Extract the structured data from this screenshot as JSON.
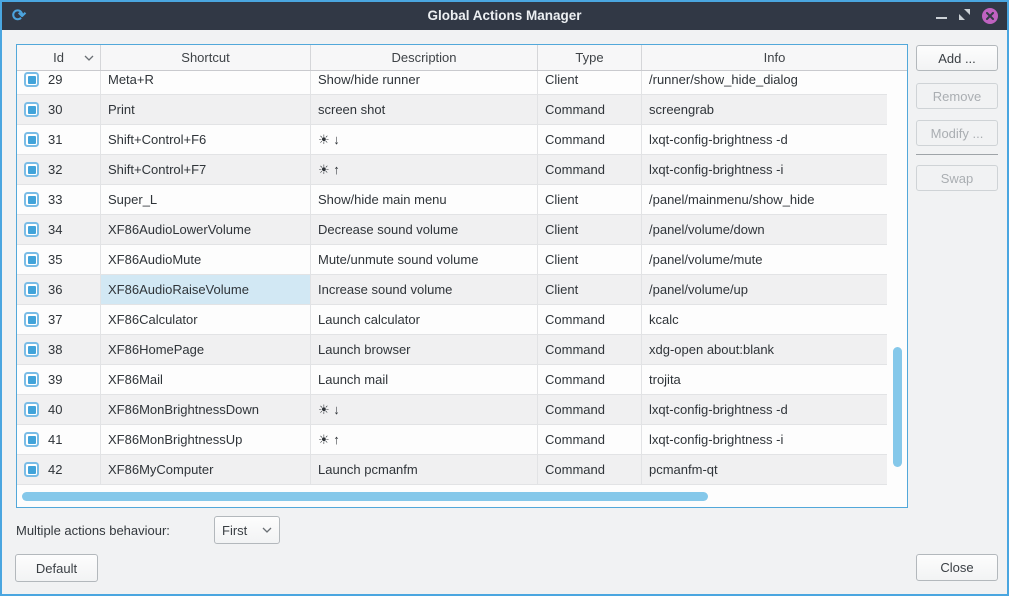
{
  "titlebar": {
    "title": "Global Actions Manager"
  },
  "table": {
    "columns": [
      "Id",
      "Shortcut",
      "Description",
      "Type",
      "Info"
    ],
    "rows": [
      {
        "id": "29",
        "checked": true,
        "shortcut": "Meta+R",
        "description": "Show/hide runner",
        "type": "Client",
        "info": "/runner/show_hide_dialog"
      },
      {
        "id": "30",
        "checked": true,
        "shortcut": "Print",
        "description": "screen shot",
        "type": "Command",
        "info": "screengrab"
      },
      {
        "id": "31",
        "checked": true,
        "shortcut": "Shift+Control+F6",
        "description": "☀ ↓",
        "type": "Command",
        "info": "lxqt-config-brightness -d"
      },
      {
        "id": "32",
        "checked": true,
        "shortcut": "Shift+Control+F7",
        "description": "☀ ↑",
        "type": "Command",
        "info": "lxqt-config-brightness -i"
      },
      {
        "id": "33",
        "checked": true,
        "shortcut": "Super_L",
        "description": "Show/hide main menu",
        "type": "Client",
        "info": "/panel/mainmenu/show_hide"
      },
      {
        "id": "34",
        "checked": true,
        "shortcut": "XF86AudioLowerVolume",
        "description": "Decrease sound volume",
        "type": "Client",
        "info": "/panel/volume/down"
      },
      {
        "id": "35",
        "checked": true,
        "shortcut": "XF86AudioMute",
        "description": "Mute/unmute sound volume",
        "type": "Client",
        "info": "/panel/volume/mute"
      },
      {
        "id": "36",
        "checked": true,
        "shortcut": "XF86AudioRaiseVolume",
        "description": "Increase sound volume",
        "type": "Client",
        "info": "/panel/volume/up",
        "selected_cell": "shortcut"
      },
      {
        "id": "37",
        "checked": true,
        "shortcut": "XF86Calculator",
        "description": "Launch calculator",
        "type": "Command",
        "info": "kcalc"
      },
      {
        "id": "38",
        "checked": true,
        "shortcut": "XF86HomePage",
        "description": "Launch browser",
        "type": "Command",
        "info": "xdg-open about:blank"
      },
      {
        "id": "39",
        "checked": true,
        "shortcut": "XF86Mail",
        "description": "Launch mail",
        "type": "Command",
        "info": "trojita"
      },
      {
        "id": "40",
        "checked": true,
        "shortcut": "XF86MonBrightnessDown",
        "description": "☀ ↓",
        "type": "Command",
        "info": "lxqt-config-brightness -d"
      },
      {
        "id": "41",
        "checked": true,
        "shortcut": "XF86MonBrightnessUp",
        "description": "☀ ↑",
        "type": "Command",
        "info": "lxqt-config-brightness -i"
      },
      {
        "id": "42",
        "checked": true,
        "shortcut": "XF86MyComputer",
        "description": "Launch pcmanfm",
        "type": "Command",
        "info": "pcmanfm-qt"
      }
    ]
  },
  "side_buttons": {
    "add": "Add ...",
    "remove": "Remove",
    "modify": "Modify ...",
    "swap": "Swap"
  },
  "footer": {
    "behaviour_label": "Multiple actions behaviour:",
    "behaviour_value": "First",
    "default_label": "Default",
    "close_label": "Close"
  },
  "colors": {
    "accent_border": "#4aa6e0",
    "titlebar_bg": "#313845",
    "scrollbar_thumb": "#85c8ea",
    "selected_cell_bg": "#d2e8f4",
    "checkbox_blue": "#41a3d9",
    "titlebar_close_button": "#bf62c0"
  }
}
